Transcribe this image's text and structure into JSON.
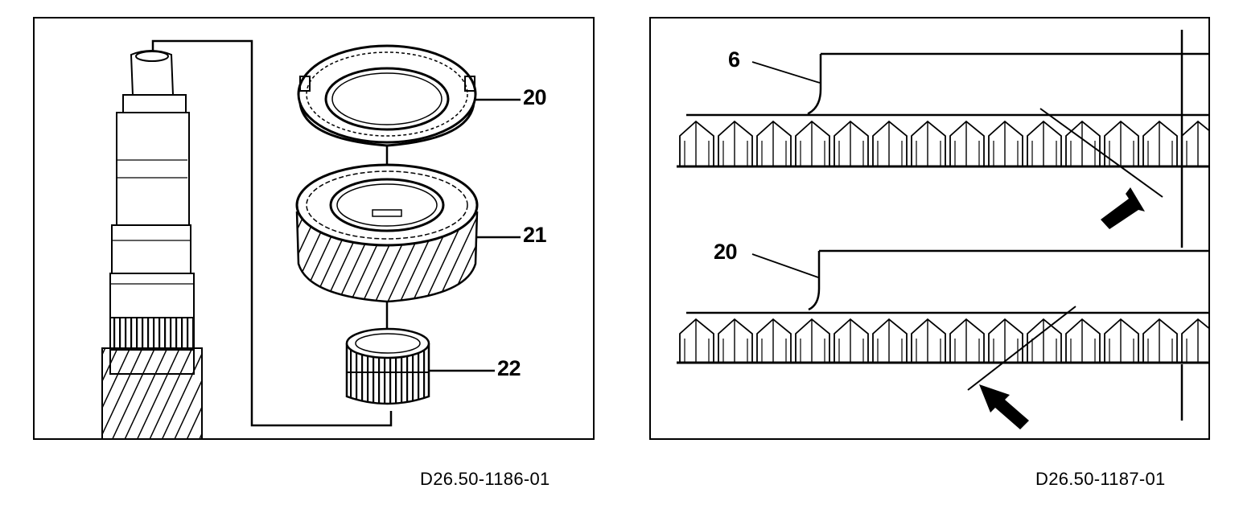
{
  "figures": [
    {
      "code": "D26.50-1186-01",
      "callouts": {
        "ring": "20",
        "gear": "21",
        "bearing": "22"
      }
    },
    {
      "code": "D26.50-1187-01",
      "callouts": {
        "upper": "6",
        "lower": "20"
      }
    }
  ]
}
